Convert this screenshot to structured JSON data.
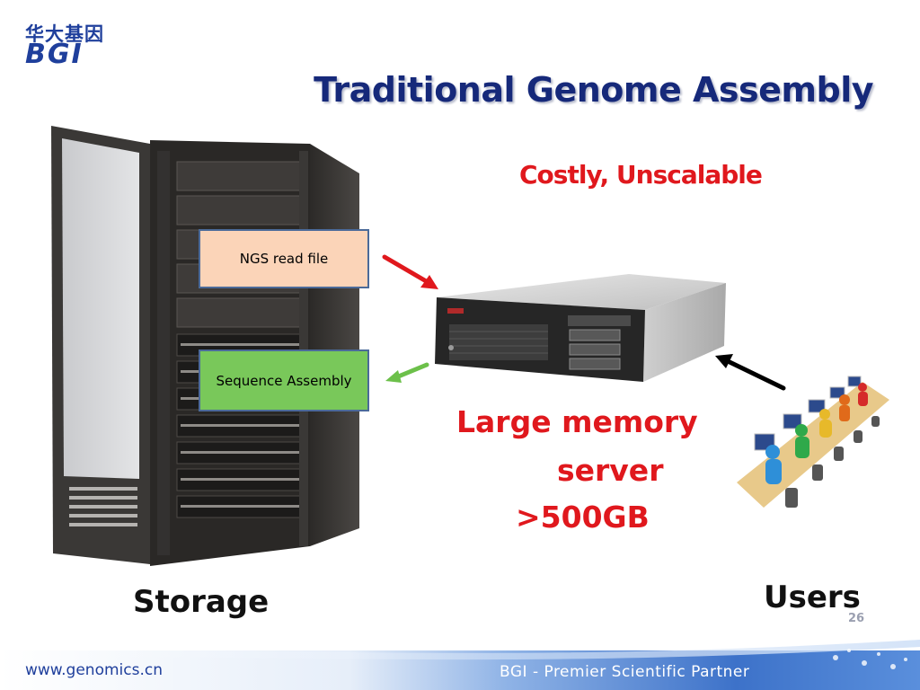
{
  "logo": {
    "chinese": "华大基因",
    "latin": "BGI"
  },
  "slide": {
    "title": "Traditional Genome Assembly",
    "cost_note": "Costly,  Unscalable",
    "server_lines": [
      "Large memory",
      "server",
      ">500GB"
    ],
    "storage_label": "Storage",
    "users_label": "Users",
    "page_number": "26"
  },
  "boxes": {
    "ngs_label": "NGS read file",
    "assembly_label": "Sequence Assembly"
  },
  "footer": {
    "url": "www.genomics.cn",
    "tagline": "BGI - Premier Scientific Partner"
  },
  "colors": {
    "title": "#16297a",
    "emphasis_red": "#e0181d",
    "ngs_box": "#fbd4b8",
    "assembly_box": "#79c85a",
    "footer_band": "#4a7fd0"
  }
}
